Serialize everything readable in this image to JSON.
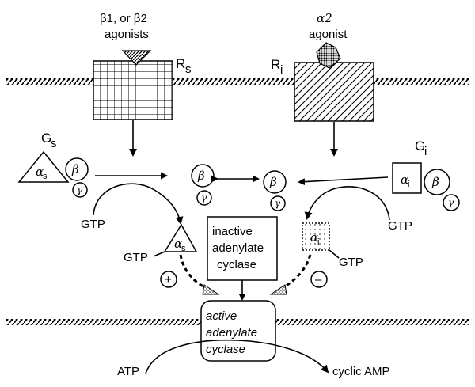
{
  "receptor_s": {
    "agonist_label_line1": "β1, or β2",
    "agonist_label_line2": "agonists",
    "name": "R",
    "subscript": "s"
  },
  "receptor_i": {
    "agonist_label_line1": "α2",
    "agonist_label_line2": "agonist",
    "name": "R",
    "subscript": "i"
  },
  "g_s": {
    "name": "G",
    "subscript": "s",
    "alpha": "α",
    "alpha_sub": "s",
    "beta": "β",
    "gamma": "γ"
  },
  "g_i": {
    "name": "G",
    "subscript": "i",
    "alpha": "α",
    "alpha_sub": "i",
    "beta": "β",
    "gamma": "γ"
  },
  "beta_gamma": {
    "beta": "β",
    "gamma": "γ"
  },
  "gtp_label": "GTP",
  "inactive_cyclase": {
    "line1": "inactive",
    "line2": "adenylate",
    "line3": "cyclase"
  },
  "active_cyclase": {
    "line1": "active",
    "line2": "adenylate",
    "line3": "cyclase"
  },
  "plus_sign": "+",
  "minus_sign": "–",
  "atp_label": "ATP",
  "camp_label": "cyclic  AMP"
}
